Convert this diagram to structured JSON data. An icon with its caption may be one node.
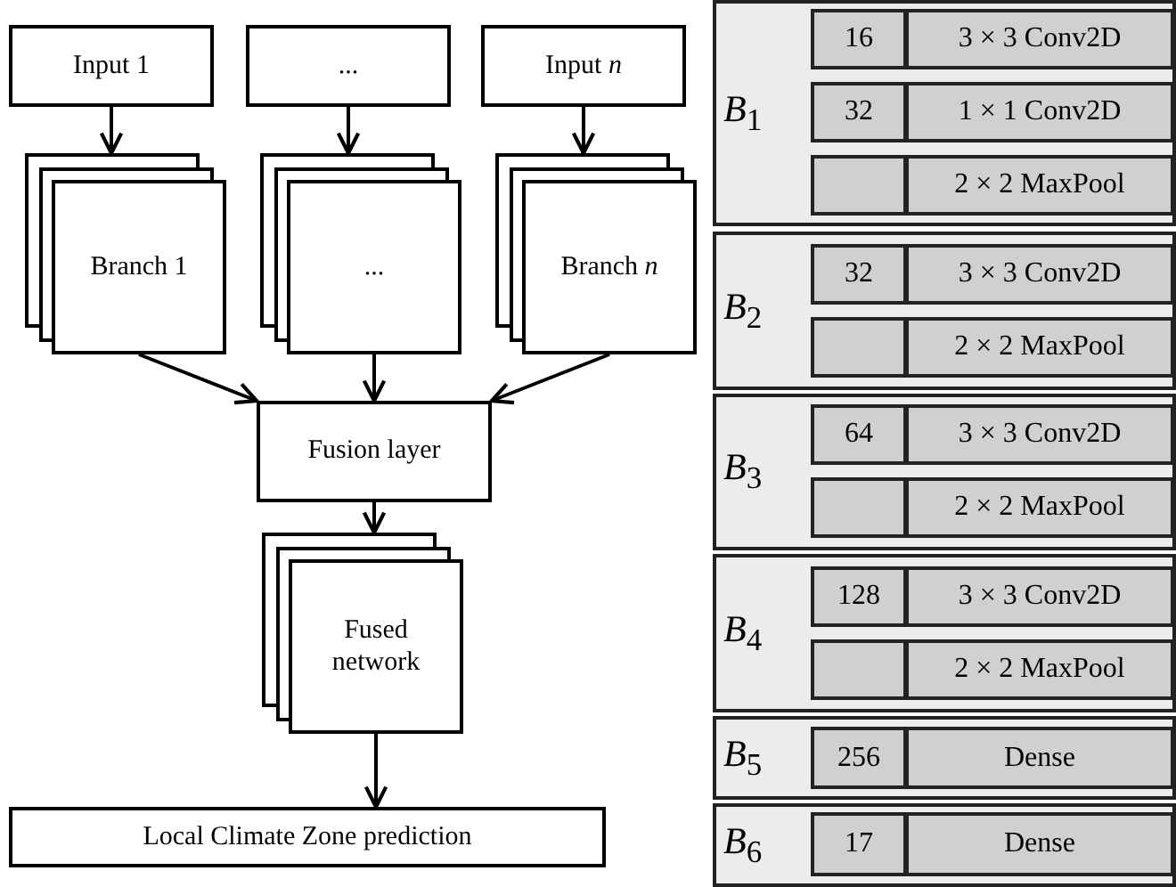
{
  "diagram": {
    "nodes": [
      {
        "text": [
          "Input 1"
        ]
      },
      {
        "text": [
          "..."
        ]
      },
      {
        "text": [
          "Input *n*"
        ]
      },
      {
        "text": [
          "Branch 1"
        ]
      },
      {
        "text": [
          "..."
        ]
      },
      {
        "text": [
          "Branch *n*"
        ]
      },
      {
        "text": [
          "Fusion layer"
        ]
      },
      {
        "text": [
          "Fused network"
        ]
      },
      {
        "text": [
          "Local Climate Zone prediction"
        ]
      },
      {
        "text": [
          "*B*$_{1}$"
        ]
      },
      {
        "text": [
          "16"
        ],
        "in": 9
      },
      {
        "text": [
          "3 × 3 Conv2D"
        ],
        "in": 9
      },
      {
        "text": [
          "32"
        ],
        "in": 9
      },
      {
        "text": [
          "1 × 1 Conv2D"
        ],
        "in": 9
      },
      {
        "text": [],
        "shape": "box",
        "in": 9
      },
      {
        "text": [
          "2 × 2 MaxPool"
        ],
        "in": 9
      },
      {
        "text": [
          "*B*$_{2}$"
        ]
      },
      {
        "text": [
          "32"
        ],
        "in": 16
      },
      {
        "text": [
          "3 × 3 Conv2D"
        ],
        "in": 16
      },
      {
        "text": [],
        "shape": "box",
        "in": 16
      },
      {
        "text": [
          "2 × 2 MaxPool"
        ],
        "in": 16
      },
      {
        "text": [
          "*B*$_{3}$"
        ]
      },
      {
        "text": [
          "64"
        ],
        "in": 21
      },
      {
        "text": [
          "3 × 3 Conv2D"
        ],
        "in": 21
      },
      {
        "text": [],
        "shape": "box",
        "in": 21
      },
      {
        "text": [
          "2 × 2 MaxPool"
        ],
        "in": 21
      },
      {
        "text": [
          "*B*$_{4}$"
        ]
      },
      {
        "text": [
          "128"
        ],
        "in": 26
      },
      {
        "text": [
          "3 × 3 Conv2D"
        ],
        "in": 26
      },
      {
        "text": [],
        "shape": "box",
        "in": 26
      },
      {
        "text": [
          "2 × 2 MaxPool"
        ],
        "in": 26
      },
      {
        "text": [
          "*B*$_{5}$"
        ]
      },
      {
        "text": [
          "256"
        ],
        "in": 31
      },
      {
        "text": [
          "Dense"
        ],
        "in": 31
      },
      {
        "text": [
          "*B*$_{6}$"
        ]
      },
      {
        "text": [
          "17"
        ],
        "in": 34
      },
      {
        "text": [
          "Dense"
        ],
        "in": 34
      }
    ],
    "edges": [
      {
        "from": 0,
        "to": 3,
        "arrow": "to"
      },
      {
        "from": 1,
        "to": 4,
        "arrow": "to"
      },
      {
        "from": 2,
        "to": 5,
        "arrow": "to"
      },
      {
        "from": 3,
        "to": 6,
        "arrow": "to"
      },
      {
        "from": 4,
        "to": 6,
        "arrow": "to"
      },
      {
        "from": 5,
        "to": 6,
        "arrow": "to"
      },
      {
        "from": 6,
        "to": 7,
        "arrow": "to"
      },
      {
        "from": 7,
        "to": 8,
        "arrow": "to"
      }
    ]
  }
}
